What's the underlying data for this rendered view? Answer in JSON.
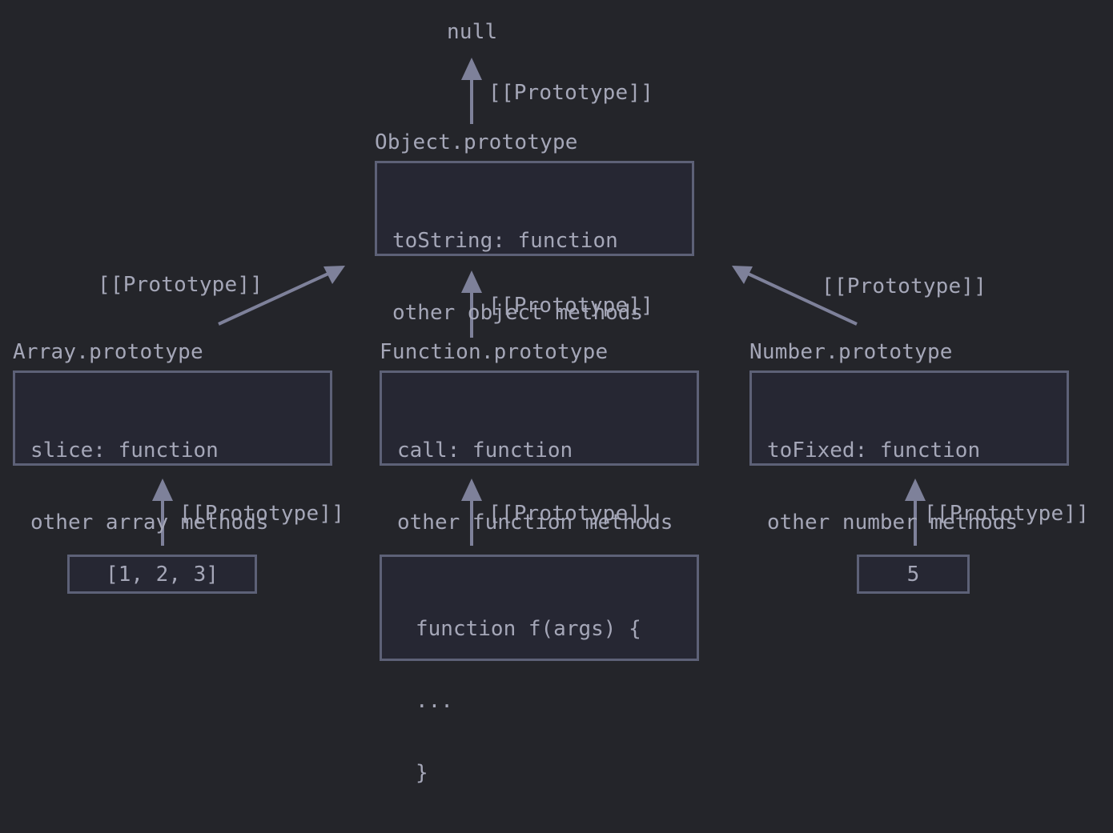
{
  "null_label": "null",
  "proto_label": "[[Prototype]]",
  "object_proto": {
    "title": "Object.prototype",
    "lines": [
      "toString: function",
      "other object methods"
    ]
  },
  "array_proto": {
    "title": "Array.prototype",
    "lines": [
      "slice: function",
      "other array methods"
    ]
  },
  "function_proto": {
    "title": "Function.prototype",
    "lines": [
      "call: function",
      "other function methods"
    ]
  },
  "number_proto": {
    "title": "Number.prototype",
    "lines": [
      "toFixed: function",
      "other number methods"
    ]
  },
  "array_instance": {
    "text": "[1, 2, 3]"
  },
  "function_instance": {
    "lines": [
      "function f(args) {",
      "...",
      "}"
    ]
  },
  "number_instance": {
    "text": "5"
  },
  "colors": {
    "background": "#24252a",
    "box_border": "#5d6177",
    "box_fill": "#262733",
    "text": "#a5a7b8",
    "arrow": "#7e819a"
  }
}
